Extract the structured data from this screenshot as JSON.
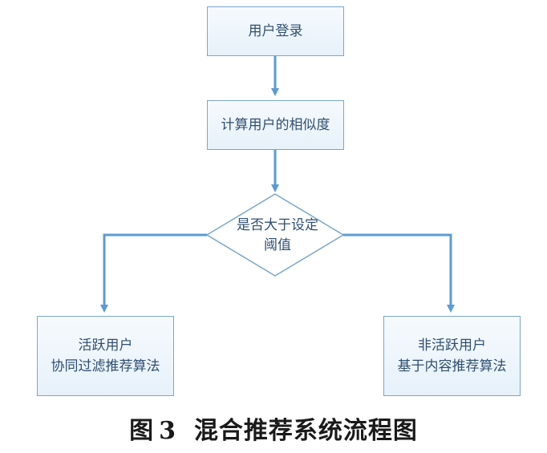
{
  "flowchart": {
    "login": "用户登录",
    "similarity": "计算用户的相似度",
    "decision": {
      "line1": "是否大于设定",
      "line2": "阈值"
    },
    "active": {
      "line1": "活跃用户",
      "line2": "协同过滤推荐算法"
    },
    "inactive": {
      "line1": "非活跃用户",
      "line2": "基于内容推荐算法"
    }
  },
  "caption": {
    "label": "图",
    "number": "3",
    "title": "混合推荐系统流程图"
  },
  "colors": {
    "node_border": "#7aa6cc",
    "arrow": "#5b9bd5",
    "text": "#2f4f73"
  }
}
